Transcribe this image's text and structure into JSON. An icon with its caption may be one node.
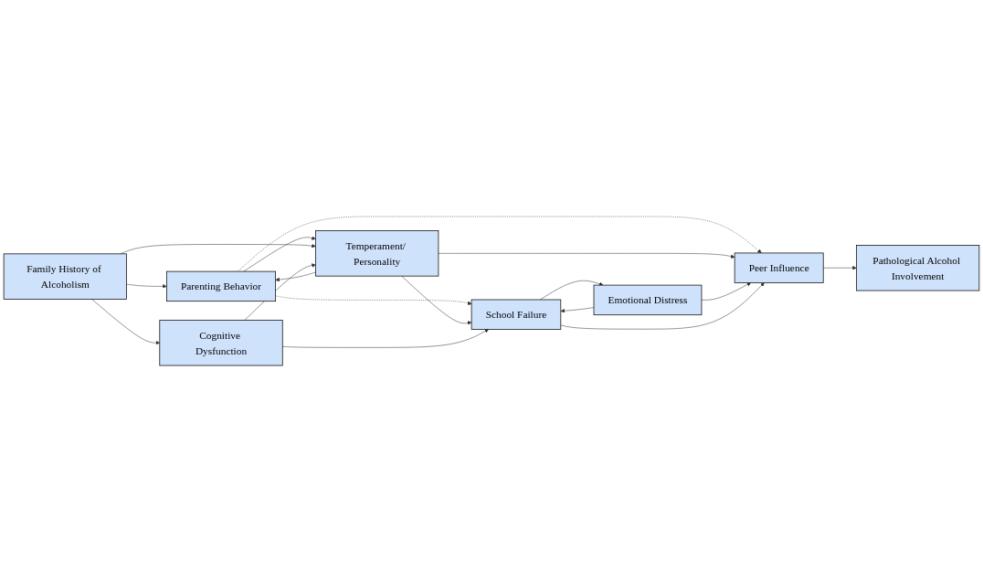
{
  "diagram": {
    "nodes": [
      {
        "text": [
          "Parenting Behavior"
        ]
      },
      {
        "text": [
          "Family History of Alcoholism"
        ]
      },
      {
        "text": [
          "Emotional Distress"
        ]
      },
      {
        "text": [
          "Temperament/ Personality"
        ]
      },
      {
        "text": [
          "School Failure"
        ]
      },
      {
        "text": [
          "Cognitive Dysfunction"
        ]
      },
      {
        "text": [
          "Peer Influence"
        ]
      },
      {
        "text": [
          "Pathological Alcohol Involvement"
        ]
      }
    ],
    "edges": [
      {
        "from": 1,
        "to": 0,
        "arrow": "to"
      },
      {
        "from": 0,
        "to": 3,
        "arrow": "to"
      },
      {
        "from": 3,
        "to": 0,
        "arrow": "to"
      },
      {
        "from": 0,
        "to": 4,
        "arrow": "to",
        "style": "dashed"
      },
      {
        "from": 0,
        "to": 6,
        "arrow": "to",
        "style": "dashed"
      },
      {
        "from": 1,
        "to": 3,
        "arrow": "to"
      },
      {
        "from": 1,
        "to": 5,
        "arrow": "to"
      },
      {
        "from": 5,
        "to": 3,
        "arrow": "to"
      },
      {
        "from": 3,
        "to": 4,
        "arrow": "to"
      },
      {
        "from": 5,
        "to": 4,
        "arrow": "to"
      },
      {
        "from": 3,
        "to": 6,
        "arrow": "to"
      },
      {
        "from": 4,
        "to": 2,
        "arrow": "to"
      },
      {
        "from": 2,
        "to": 4,
        "arrow": "to"
      },
      {
        "from": 2,
        "to": 6,
        "arrow": "to"
      },
      {
        "from": 4,
        "to": 6,
        "arrow": "to"
      },
      {
        "from": 6,
        "to": 7,
        "arrow": "to"
      }
    ]
  }
}
